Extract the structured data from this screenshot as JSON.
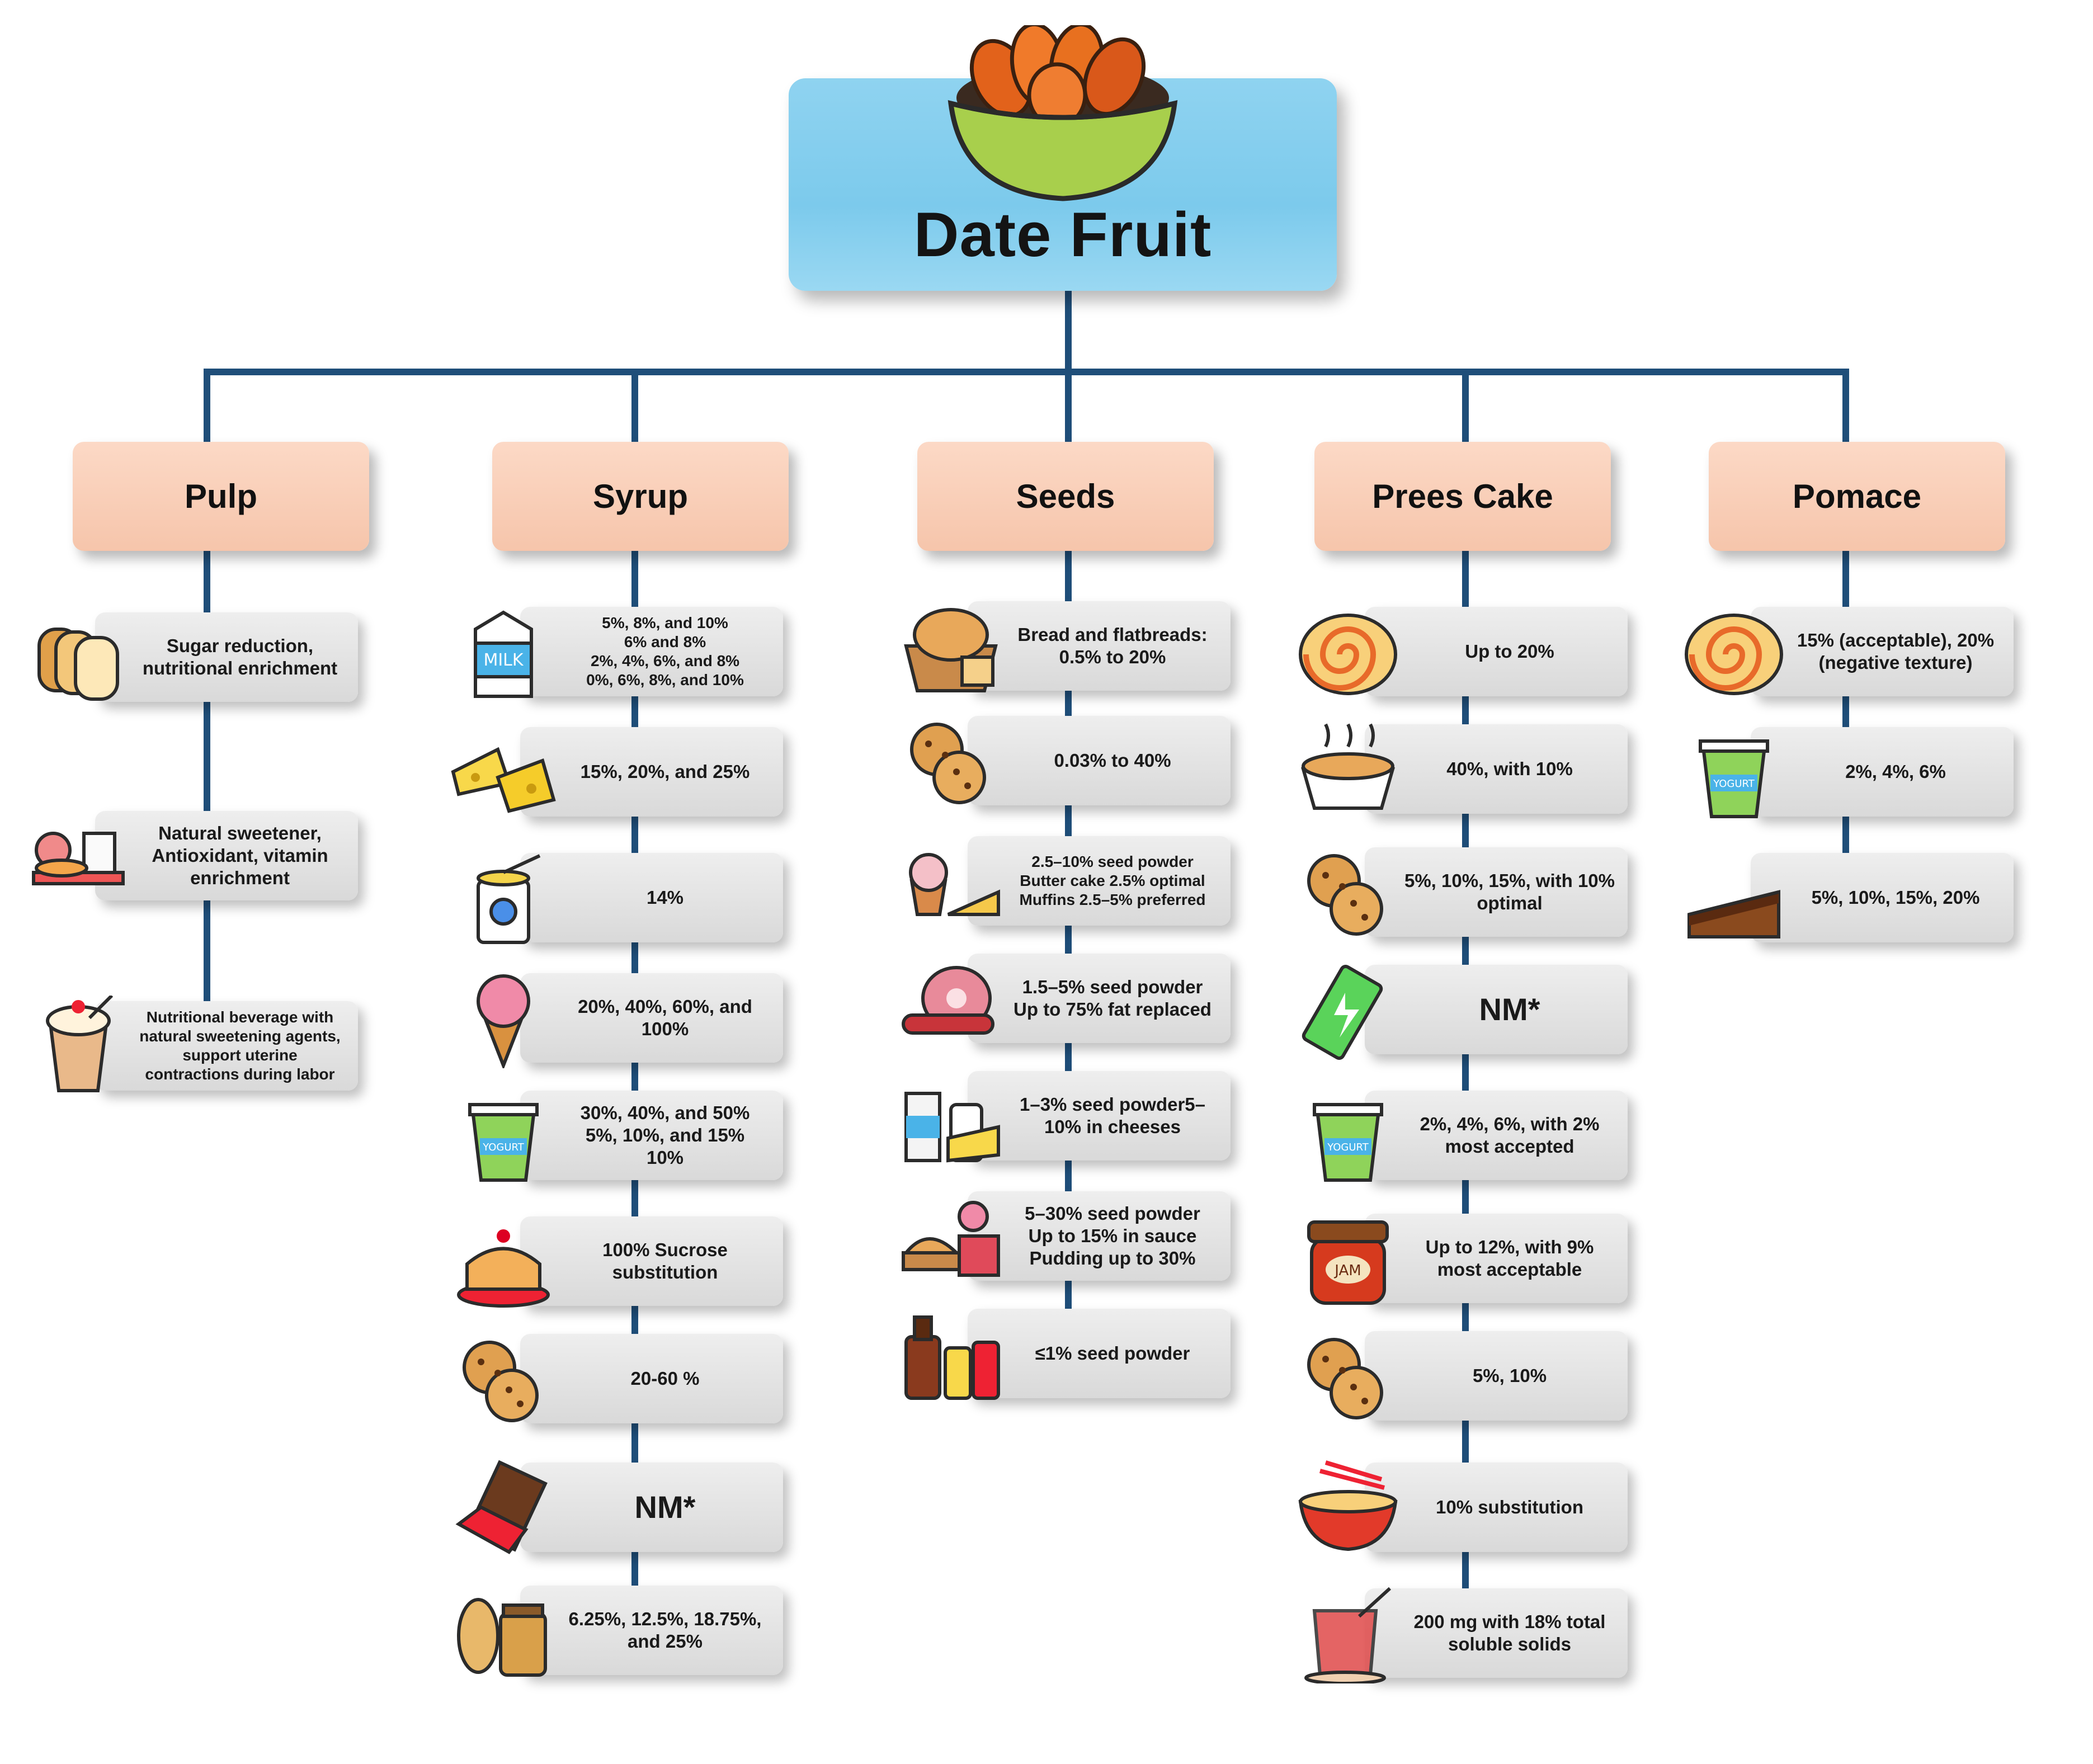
{
  "root": {
    "title": "Date Fruit",
    "icon": "date-bowl-icon"
  },
  "categories": [
    {
      "label": "Pulp",
      "items": [
        {
          "text": "Sugar reduction, nutritional enrichment",
          "icon": "bread-loaf-icon"
        },
        {
          "text": "Natural sweetener, Antioxidant, vitamin enrichment",
          "icon": "breakfast-tray-icon"
        },
        {
          "text": "Nutritional beverage with natural sweetening agents, support uterine contractions during labor",
          "icon": "milkshake-icon"
        }
      ]
    },
    {
      "label": "Syrup",
      "items": [
        {
          "text": "5%, 8%, and 10%\n6% and 8%\n2%, 4%, 6%, and 8%\n0%, 6%, 8%, and 10%",
          "icon": "milk-carton-icon"
        },
        {
          "text": "15%, 20%, and 25%",
          "icon": "cheese-icon"
        },
        {
          "text": "14%",
          "icon": "condensed-milk-can-icon"
        },
        {
          "text": "20%, 40%, 60%, and 100%",
          "icon": "ice-cream-cone-icon"
        },
        {
          "text": "30%, 40%, and 50%\n5%, 10%, and 15%\n10%",
          "icon": "yogurt-cup-icon"
        },
        {
          "text": "100% Sucrose substitution",
          "icon": "cake-icon"
        },
        {
          "text": "20-60 %",
          "icon": "cookies-icon"
        },
        {
          "text": "NM*",
          "icon": "chocolate-bar-icon"
        },
        {
          "text": "6.25%, 12.5%, 18.75%, and 25%",
          "icon": "peanut-butter-icon"
        }
      ]
    },
    {
      "label": "Seeds",
      "items": [
        {
          "text": "Bread and flatbreads: 0.5% to 20%",
          "icon": "bread-basket-icon"
        },
        {
          "text": "0.03% to 40%",
          "icon": "cookies-icon"
        },
        {
          "text": "2.5–10% seed powder\nButter cake 2.5% optimal\nMuffins 2.5–5% preferred",
          "icon": "muffin-cake-icon"
        },
        {
          "text": "1.5–5% seed powder\nUp to 75% fat replaced",
          "icon": "meat-sausage-icon"
        },
        {
          "text": "1–3% seed powder5–10% in cheeses",
          "icon": "dairy-products-icon"
        },
        {
          "text": "5–30% seed powder\nUp to 15% in sauce\nPudding up to 30%",
          "icon": "desserts-icon"
        },
        {
          "text": "≤1% seed powder",
          "icon": "sauce-bottles-icon"
        }
      ]
    },
    {
      "label": "Prees Cake",
      "items": [
        {
          "text": "Up to 20%",
          "icon": "swiss-roll-icon"
        },
        {
          "text": "40%, with 10%",
          "icon": "pie-icon"
        },
        {
          "text": "5%, 10%, 15%, with 10% optimal",
          "icon": "cookies-icon"
        },
        {
          "text": "NM*",
          "icon": "energy-bar-icon"
        },
        {
          "text": "2%, 4%, 6%, with 2% most accepted",
          "icon": "yogurt-cup-icon"
        },
        {
          "text": "Up to 12%, with 9% most acceptable",
          "icon": "jam-jar-icon"
        },
        {
          "text": "5%, 10%",
          "icon": "cookies-icon"
        },
        {
          "text": "10% substitution",
          "icon": "noodle-bowl-icon"
        },
        {
          "text": "200 mg with 18% total soluble solids",
          "icon": "tea-glass-icon"
        }
      ]
    },
    {
      "label": "Pomace",
      "items": [
        {
          "text": "15% (acceptable), 20% (negative texture)",
          "icon": "swiss-roll-icon"
        },
        {
          "text": "2%, 4%, 6%",
          "icon": "yogurt-cup-icon"
        },
        {
          "text": "5%, 10%, 15%, 20%",
          "icon": "cake-slice-icon"
        }
      ]
    }
  ],
  "colors": {
    "connector": "#1f4e79",
    "root_fill": "#87cfee",
    "category_fill": "#f9cfb8",
    "item_fill": "#e3e3e3"
  }
}
